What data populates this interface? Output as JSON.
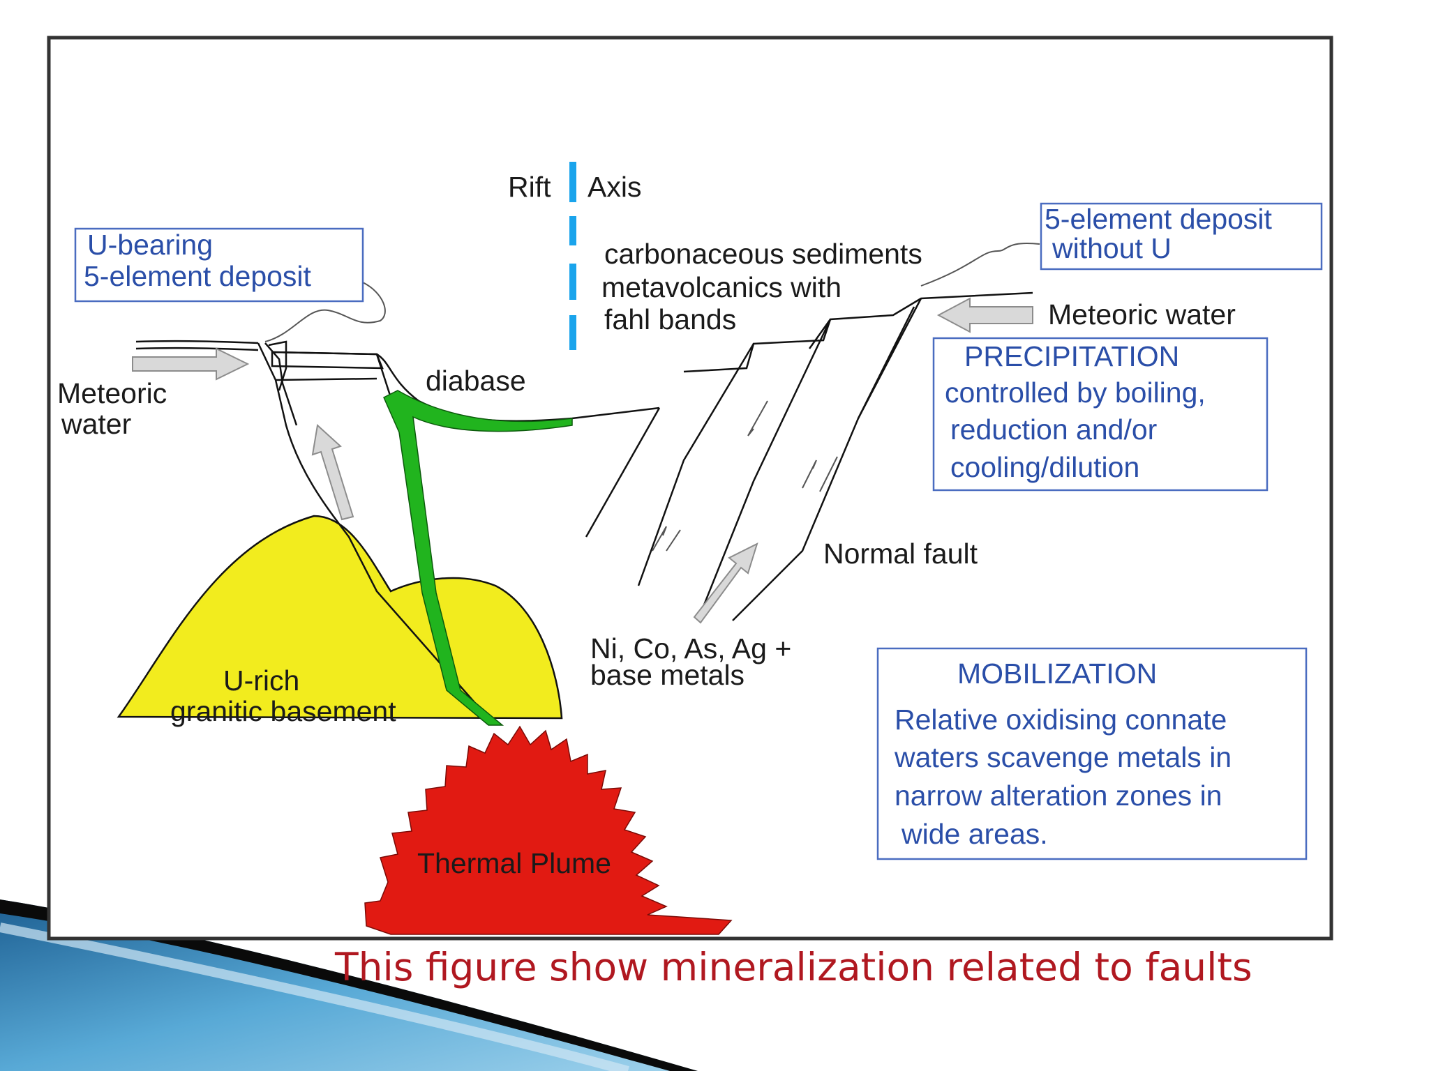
{
  "caption": "This figure show mineralization related to faults",
  "colors": {
    "basement": "#f2ec1e",
    "plume": "#e11a12",
    "diabase": "#21b41e",
    "rift_axis": "#1aa4ec",
    "box_border": "#4a6cc0",
    "label_blue": "#2a4ea8",
    "caption": "#b01820"
  },
  "labels": {
    "rift": "Rift",
    "axis": "Axis",
    "sediments": [
      "carbonaceous sediments",
      "metavolcanics with",
      "fahl bands"
    ],
    "diabase": "diabase",
    "meteoric_left": [
      "Meteoric",
      "water"
    ],
    "meteoric_right": "Meteoric water",
    "basement": [
      "U-rich",
      "granitic basement"
    ],
    "plume": "Thermal Plume",
    "normal_fault": "Normal fault",
    "metals": [
      "Ni, Co, As, Ag +",
      "base metals"
    ]
  },
  "boxes": {
    "u_bearing": [
      "U-bearing",
      "5-element deposit"
    ],
    "without_u": [
      "5-element deposit",
      "without U"
    ],
    "precipitation": [
      "PRECIPITATION",
      "controlled by boiling,",
      "reduction and/or",
      "cooling/dilution"
    ],
    "mobilization": [
      "MOBILIZATION",
      "Relative oxidising connate",
      "waters scavenge metals in",
      "narrow alteration zones in",
      "wide areas."
    ]
  },
  "icons": [
    "flow-arrow-icon",
    "fault-motion-arrow-icon"
  ]
}
